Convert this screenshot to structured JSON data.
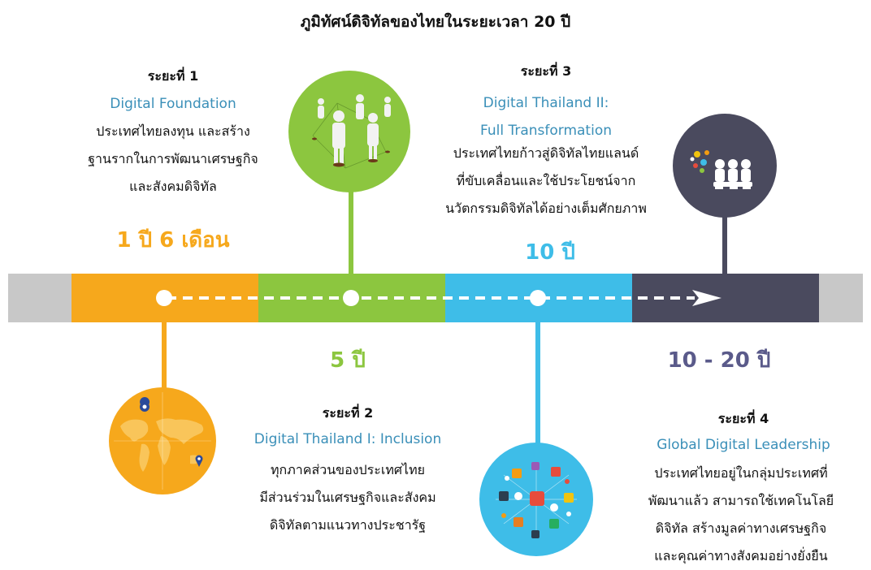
{
  "title": "ภูมิทัศน์ดิจิทัลของไทยในระยะเวลา 20 ปี",
  "stages": [
    {
      "label": "ระยะที่ 1",
      "name_lines": [
        "Digital Foundation"
      ],
      "desc_lines": [
        "ประเทศไทยลงทุน และสร้าง",
        "ฐานรากในการพัฒนาเศรษฐกิจ",
        "และสังคมดิจิทัล"
      ],
      "duration": "1 ปี 6 เดือน",
      "color": "#f6a81c",
      "icon": "world-map-icon"
    },
    {
      "label": "ระยะที่ 2",
      "name_lines": [
        "Digital Thailand I: Inclusion"
      ],
      "desc_lines": [
        "ทุกภาคส่วนของประเทศไทย",
        "มีส่วนร่วมในเศรษฐกิจและสังคม",
        "ดิจิทัลตามแนวทางประชารัฐ"
      ],
      "duration": "5 ปี",
      "color": "#8cc63f",
      "icon": "people-network-icon"
    },
    {
      "label": "ระยะที่ 3",
      "name_lines": [
        "Digital Thailand II:",
        "Full Transformation"
      ],
      "desc_lines": [
        "ประเทศไทยก้าวสู่ดิจิทัลไทยแลนด์",
        "ที่ขับเคลื่อนและใช้ประโยชน์จาก",
        "นวัตกรรมดิจิทัลได้อย่างเต็มศักยภาพ"
      ],
      "duration": "10 ปี",
      "color": "#3ebde8",
      "icon": "app-icons-cluster-icon"
    },
    {
      "label": "ระยะที่ 4",
      "name_lines": [
        "Global Digital Leadership"
      ],
      "desc_lines": [
        "ประเทศไทยอยู่ในกลุ่มประเทศที่",
        "พัฒนาแล้ว สามารถใช้เทคโนโลยี",
        "ดิจิทัล สร้างมูลค่าทางเศรษฐกิจ",
        "และคุณค่าทางสังคมอย่างยั่งยืน"
      ],
      "duration": "10 - 20 ปี",
      "color": "#4a4a5e",
      "icon": "global-leadership-icon"
    }
  ],
  "colors": {
    "title": "#111111",
    "stage_name": "#3a8fb8",
    "track_end": "#c8c8c8",
    "duration_stage_4": "#5a5a8a"
  }
}
